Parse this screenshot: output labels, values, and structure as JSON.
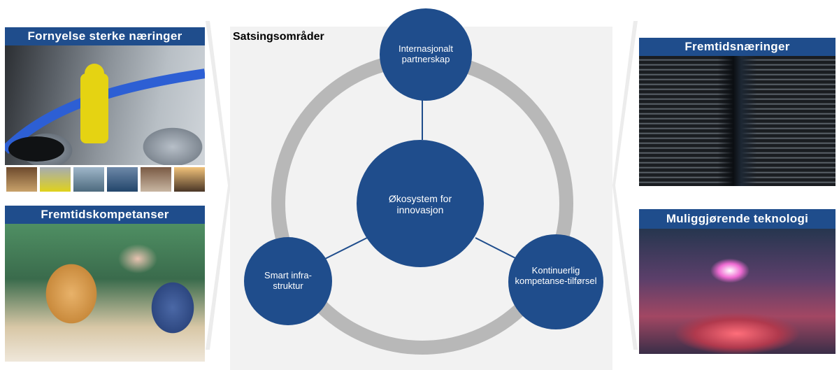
{
  "left_panels": {
    "top": {
      "title": "Fornyelse sterke næringer",
      "image": "industrial-worker-photo",
      "thumbnails": [
        "thumb-1",
        "thumb-2",
        "thumb-3",
        "thumb-4",
        "thumb-5",
        "thumb-6"
      ]
    },
    "bottom": {
      "title": "Fremtidskompetanser",
      "image": "students-classroom-photo"
    }
  },
  "right_panels": {
    "top": {
      "title": "Fremtidsnæringer",
      "image": "data-center-photo"
    },
    "bottom": {
      "title": "Muliggjørende teknologi",
      "image": "laser-technology-photo"
    }
  },
  "diagram": {
    "title": "Satsingsområder",
    "center_node": "Økosystem for innovasjon",
    "nodes": {
      "top": "Internasjonalt partnerskap",
      "left": "Smart infra-struktur",
      "right": "Kontinuerlig kompetanse-tilførsel"
    },
    "colors": {
      "node": "#1f4d8c",
      "ring": "#b8b8b8",
      "panel_bg": "#f2f2f2",
      "banner": "#1f4d8c"
    }
  }
}
